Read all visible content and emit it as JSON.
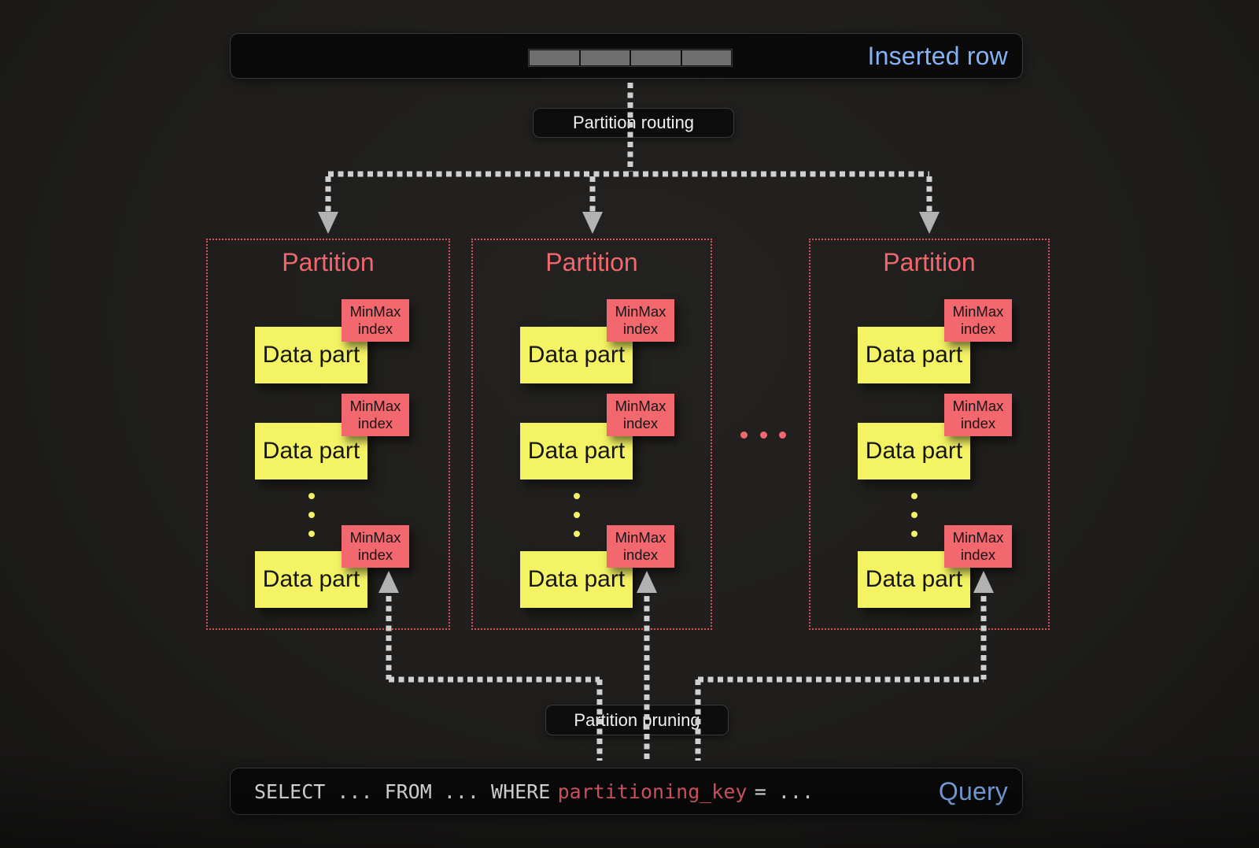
{
  "colors": {
    "background": "#1f1e1c",
    "panel_bg": "#0a0a0a",
    "panel_border": "#3a3a3a",
    "accent_blue": "#85b2f5",
    "partition_red": "#f0676e",
    "partition_border_red": "#dc5058",
    "data_part_yellow": "#f4f364",
    "minmax_red": "#f2686e",
    "connector_gray": "#d0d0d0",
    "arrowhead_gray": "#b2b2b2",
    "row_cell_gray": "#6f6f6f",
    "sql_white": "#f0f0f0",
    "sql_key_red": "#ee5f6d",
    "tag_bg": "#0d0d0d",
    "tag_text": "#f1f1f1"
  },
  "inserted_row": {
    "label": "Inserted row",
    "cells": 4
  },
  "labels": {
    "routing": "Partition routing",
    "pruning": "Partition pruning"
  },
  "partitions": [
    {
      "title": "Partition",
      "parts": [
        {
          "label": "Data part",
          "badge": "MinMax index"
        },
        {
          "label": "Data part",
          "badge": "MinMax index"
        },
        {
          "label": "Data part",
          "badge": "MinMax index"
        }
      ]
    },
    {
      "title": "Partition",
      "parts": [
        {
          "label": "Data part",
          "badge": "MinMax index"
        },
        {
          "label": "Data part",
          "badge": "MinMax index"
        },
        {
          "label": "Data part",
          "badge": "MinMax index"
        }
      ]
    },
    {
      "title": "Partition",
      "parts": [
        {
          "label": "Data part",
          "badge": "MinMax index"
        },
        {
          "label": "Data part",
          "badge": "MinMax index"
        },
        {
          "label": "Data part",
          "badge": "MinMax index"
        }
      ]
    }
  ],
  "query": {
    "sql_prefix": "SELECT ... FROM ... WHERE",
    "sql_key": "partitioning_key",
    "sql_suffix": "= ...",
    "label": "Query"
  }
}
